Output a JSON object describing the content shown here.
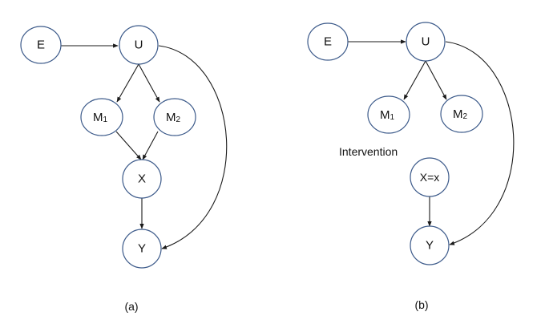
{
  "panels": [
    {
      "caption": "(a)",
      "nodes": {
        "E": {
          "label": "E"
        },
        "U": {
          "label": "U"
        },
        "M1": {
          "label": "M",
          "sub": "1"
        },
        "M2": {
          "label": "M",
          "sub": "2"
        },
        "X": {
          "label": "X"
        },
        "Y": {
          "label": "Y"
        }
      },
      "edges": [
        [
          "E",
          "U"
        ],
        [
          "U",
          "M1"
        ],
        [
          "U",
          "M2"
        ],
        [
          "M1",
          "X"
        ],
        [
          "M2",
          "X"
        ],
        [
          "X",
          "Y"
        ],
        [
          "U",
          "Y"
        ]
      ]
    },
    {
      "caption": "(b)",
      "annotation": "Intervention",
      "nodes": {
        "E": {
          "label": "E"
        },
        "U": {
          "label": "U"
        },
        "M1": {
          "label": "M",
          "sub": "1"
        },
        "M2": {
          "label": "M",
          "sub": "2"
        },
        "X": {
          "label": "X=x"
        },
        "Y": {
          "label": "Y"
        }
      },
      "edges": [
        [
          "E",
          "U"
        ],
        [
          "U",
          "M1"
        ],
        [
          "U",
          "M2"
        ],
        [
          "X",
          "Y"
        ],
        [
          "U",
          "Y"
        ]
      ]
    }
  ],
  "colors": {
    "node_stroke": "#3c5a8a",
    "edge": "#1a1a1a"
  }
}
